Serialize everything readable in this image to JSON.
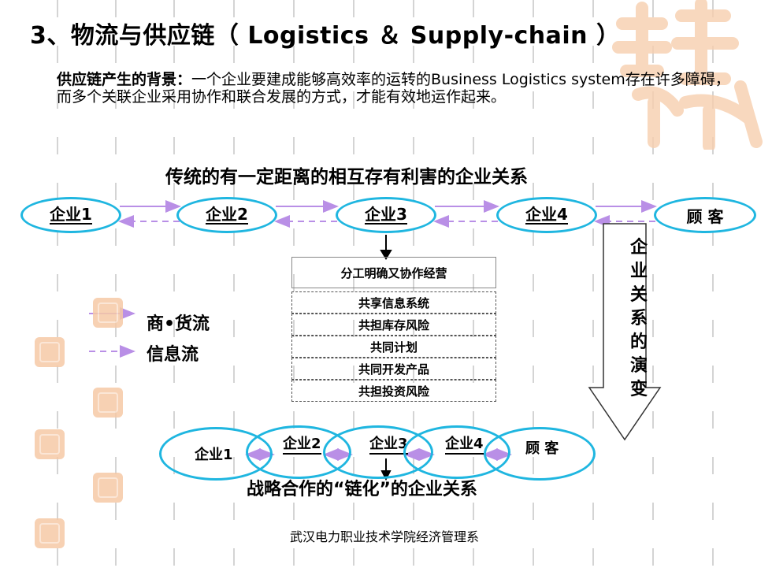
{
  "title": "3、物流与供应链（ Logistics ＆ Supply-chain ）",
  "intro": {
    "bold_label": "供应链产生的背景：",
    "text": "一个企业要建成能够高效率的运转的Business Logistics system存在许多障碍，而多个关联企业采用协作和联合发展的方式，才能有效地运作起来。"
  },
  "top_section": {
    "heading": "传统的有一定距离的相互存有利害的企业关系",
    "nodes": [
      "企业1",
      "企业2",
      "企业3",
      "企业4",
      "顾 客"
    ]
  },
  "cooperation_items": [
    "分工明确又协作经营",
    "共享信息系统",
    "共担库存风险",
    "共同计划",
    "共同开发产品",
    "共担投资风险"
  ],
  "legend": {
    "commerce_flow": "商•货流",
    "info_flow": "信息流"
  },
  "evolution_label": "企业关系的演变",
  "bottom_section": {
    "nodes": [
      "企业1",
      "企业2",
      "企业3",
      "企业4",
      "顾 客"
    ],
    "caption": "战略合作的“链化”的企业关系"
  },
  "footer": "武汉电力职业技术学院经济管理系",
  "colors": {
    "ellipse_border": "#1fb6e0",
    "commerce_arrow": "#b98fe6",
    "info_arrow": "#b98fe6",
    "seal": "#f6c9a6"
  }
}
